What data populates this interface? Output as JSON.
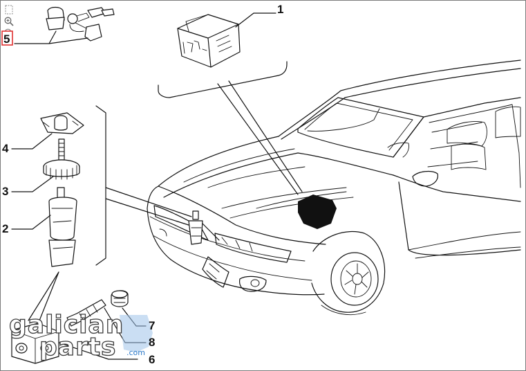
{
  "toolbar": {
    "icons": [
      "fit-page-icon",
      "zoom-in-icon",
      "zoom-out-icon"
    ]
  },
  "callouts": [
    {
      "id": "1",
      "label": "1"
    },
    {
      "id": "2",
      "label": "2"
    },
    {
      "id": "3",
      "label": "3"
    },
    {
      "id": "4",
      "label": "4"
    },
    {
      "id": "5",
      "label": "5",
      "selected": true
    },
    {
      "id": "6",
      "label": "6"
    },
    {
      "id": "7",
      "label": "7"
    },
    {
      "id": "8",
      "label": "8"
    }
  ],
  "watermark": {
    "line1": "galician",
    "line2": "parts",
    "suffix": ".com",
    "accent_color": "#9fc3ea"
  },
  "colors": {
    "selection": "#e03030",
    "ink": "#111111",
    "frame": "#7a7a7a"
  }
}
